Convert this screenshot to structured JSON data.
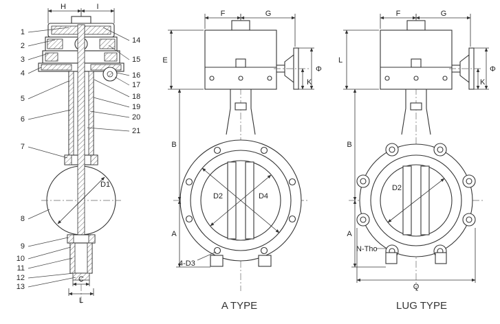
{
  "drawing": {
    "background": "#ffffff",
    "line_color": "#333333",
    "views": {
      "cross_section": {
        "dims": {
          "h": "H",
          "i": "I",
          "d1": "D1",
          "c": "C",
          "l": "L"
        },
        "parts_left": [
          "1",
          "2",
          "3",
          "4",
          "5",
          "6",
          "7",
          "8",
          "9",
          "10",
          "11",
          "12",
          "13"
        ],
        "parts_right": [
          "14",
          "15",
          "16",
          "17",
          "18",
          "19",
          "20",
          "21"
        ]
      },
      "a_type": {
        "caption": "A TYPE",
        "dims": {
          "f": "F",
          "g": "G",
          "e": "E",
          "b": "B",
          "a": "A",
          "k": "K",
          "phi": "Φ",
          "d2": "D2",
          "d4": "D4",
          "holes": "4-D3"
        }
      },
      "lug_type": {
        "caption": "LUG TYPE",
        "dims": {
          "f": "F",
          "g": "G",
          "l": "L",
          "b": "B",
          "a": "A",
          "k": "K",
          "phi": "Φ",
          "d2": "D2",
          "holes": "N-Tho",
          "q": "Q"
        }
      }
    }
  }
}
